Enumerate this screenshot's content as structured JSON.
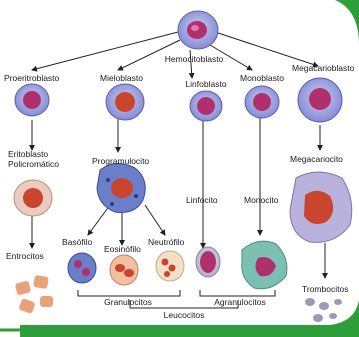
{
  "labels": {
    "hemocitoblasto": "Hemocitoblasto",
    "proeritroblasto": "Proeritroblasto",
    "mieloblasto": "Mieloblasto",
    "linfoblasto": "Linfoblasto",
    "monoblasto": "Monoblasto",
    "megacarioblasto": "Megacarioblasto",
    "eritroblasto_line1": "Eritoblasto",
    "eritroblasto_line2": "Policromático",
    "promielocito": "Programulocito",
    "megacariocito": "Megacariocito",
    "linfocito": "Linfocito",
    "monocito": "Monocito",
    "eritrocitos": "Entrocitos",
    "basofilo": "Basófilo",
    "eosinofilo": "Eosinófilo",
    "neutrofilo": "Neutrófilo",
    "trombocitos": "Trombocitos",
    "granulocitos": "Granulocitos",
    "agranulocitos": "Agranulocitos",
    "leucocitos": "Leucocitos"
  },
  "colors": {
    "cytoplasm_purple": "#8a8fd6",
    "nucleus_magenta": "#b0306e",
    "nucleus_red": "#c9452e",
    "granular_blue": "#6a7fc8",
    "monocyte_teal": "#7cc0b4",
    "erythrocyte_peach": "#e8a27a",
    "accent_green": "#2e9e3a"
  }
}
